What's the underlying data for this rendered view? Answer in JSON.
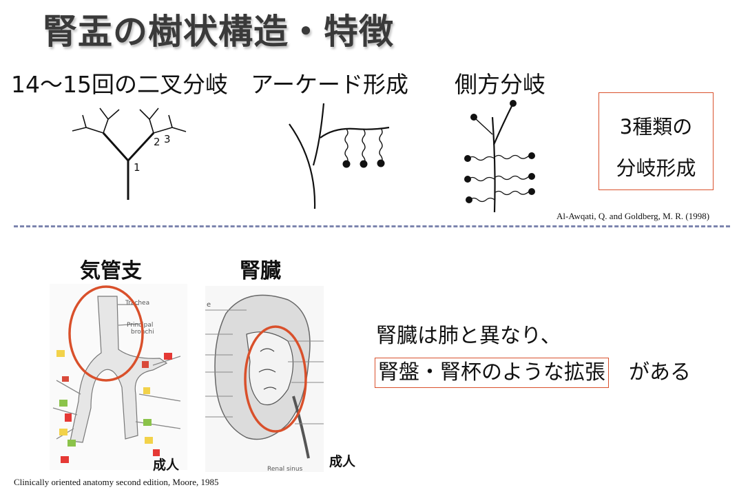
{
  "title": "腎盂の樹状構造・特徴",
  "top_headings": {
    "dichotomous": "14〜15回の二叉分岐",
    "arcade": "アーケード形成",
    "lateral": "側方分岐"
  },
  "tree_labels": [
    "1",
    "2",
    "3"
  ],
  "summary_box": {
    "line1": "3種類の",
    "line2": "分岐形成"
  },
  "citation_top": "Al-Awqati, Q. and Goldberg, M. R. (1998)",
  "bottom": {
    "bronchi_heading": "気管支",
    "kidney_heading": "腎臓",
    "bronchi_adult": "成人",
    "kidney_adult": "成人",
    "bronchi_labels": {
      "trachea": "Trachea",
      "principal": "Principal",
      "bronchi": "bronchi"
    },
    "kidney_label_sinus": "Renal sinus",
    "kidney_label_e": "e",
    "statement_line1": "腎臓は肺と異なり、",
    "statement_boxed": "腎盤・腎杯のような拡張",
    "statement_tail": "がある"
  },
  "citation_bottom": "Clinically oriented anatomy second edition, Moore, 1985",
  "colors": {
    "accent_red": "#d9502b",
    "dash": "#7c84ad",
    "title": "#3a3a3a"
  }
}
